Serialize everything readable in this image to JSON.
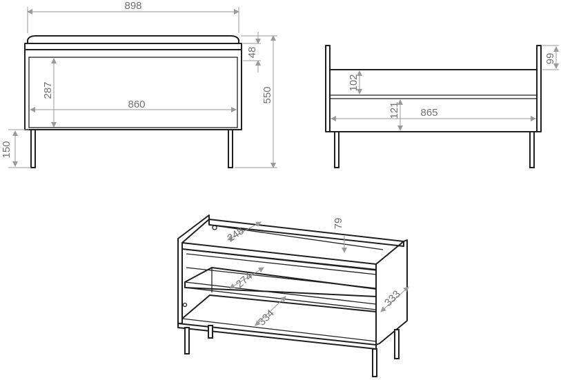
{
  "diagram": {
    "front_view": {
      "overall_width": "898",
      "inner_width": "860",
      "inner_height": "287",
      "top_height": "48",
      "overall_height": "550",
      "leg_height": "150"
    },
    "back_view": {
      "top_gap": "99",
      "upper_height": "102",
      "lower_height": "121",
      "inner_width": "865"
    },
    "iso_view": {
      "top_depth": "248",
      "rail_height": "79",
      "shelf_depth": "274",
      "bottom_depth": "334",
      "side_depth": "333"
    }
  }
}
